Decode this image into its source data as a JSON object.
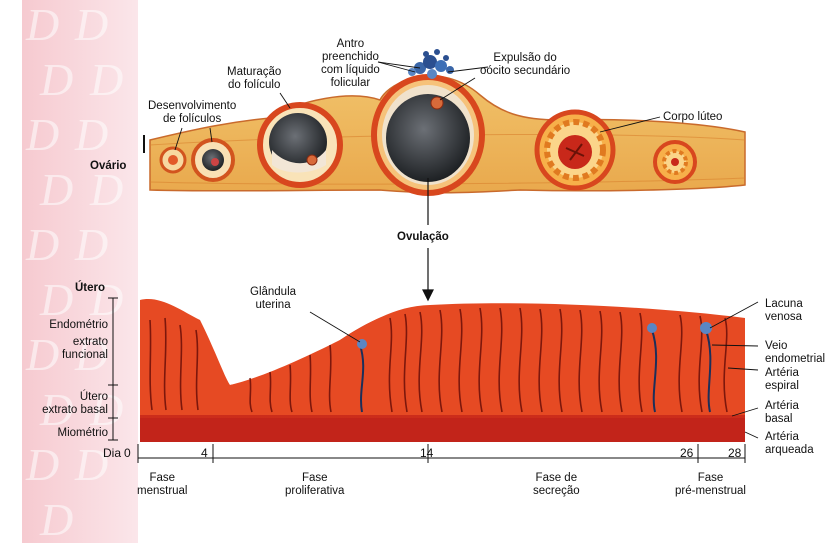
{
  "ovary": {
    "label": "Ovário",
    "labels": {
      "development": "Desenvolvimento\nde folículos",
      "maturation": "Maturação\ndo folículo",
      "antrum": "Antro\npreenchido\ncom líquido\nfolicular",
      "expulsion": "Expulsão do\noócito secundário",
      "corpus": "Corpo lúteo"
    }
  },
  "ovulation_label": "Ovulação",
  "uterus": {
    "title": "Útero",
    "left_labels": {
      "endometrium": "Endométrio",
      "functional": "extrato\nfuncional",
      "basal": "Útero\nextrato basal",
      "myometrium": "Miométrio"
    },
    "gland_label": "Glândula\nuterina",
    "right_labels": {
      "lacuna": "Lacuna\nvenosa",
      "vein": "Veio\nendometrial",
      "spiral": "Artéria\nespiral",
      "basal_artery": "Artéria\nbasal",
      "arcuate": "Artéria\narqueada"
    }
  },
  "timeline": {
    "day_label": "Dia",
    "ticks": [
      "0",
      "4",
      "14",
      "26",
      "28"
    ]
  },
  "phases": {
    "menstrual": "Fase\nmenstrual",
    "proliferative": "Fase\nproliferativa",
    "secretory": "Fase de\nsecreção",
    "premenstrual": "Fase\npré-menstrual"
  }
}
